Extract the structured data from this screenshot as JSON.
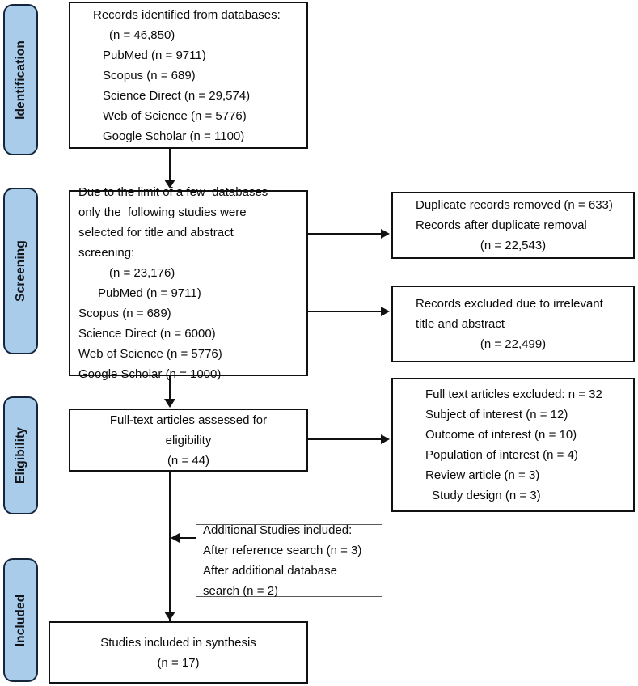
{
  "diagram": {
    "title": "PRISMA flow diagram",
    "accent_blue": "#a9cceb",
    "border_color": "#111111"
  },
  "stages": [
    {
      "id": "identification",
      "label": "Identification"
    },
    {
      "id": "screening",
      "label": "Screening"
    },
    {
      "id": "eligibility",
      "label": "Eligibility"
    },
    {
      "id": "included",
      "label": "Included"
    }
  ],
  "boxes": {
    "identified": {
      "lines": [
        "Records identified from databases:",
        "(n = 46,850)",
        "PubMed (n = 9711)",
        "Scopus (n = 689)",
        "Science Direct (n = 29,574)",
        "Web of Science (n = 5776)",
        "Google Scholar (n = 1100)"
      ]
    },
    "screened": {
      "lines": [
        "Due to the limit of a few  databases",
        "only the  following studies were",
        "selected for title and abstract",
        "screening:",
        "(n = 23,176)",
        "PubMed (n = 9711)",
        "Scopus (n = 689)",
        "Science Direct (n = 6000)",
        "Web of Science (n = 5776)",
        "Google Scholar (n = 1000)"
      ]
    },
    "duplicates_removed": {
      "lines": [
        "Duplicate records removed (n = 633)",
        "Records after duplicate removal",
        "(n = 22,543)"
      ]
    },
    "records_excluded": {
      "lines": [
        "Records excluded due to irrelevant",
        "title and abstract",
        "(n = 22,499)"
      ]
    },
    "fulltext_assessed": {
      "lines": [
        "Full-text articles assessed for",
        "eligibility",
        "(n = 44)"
      ]
    },
    "fulltext_excluded": {
      "lines": [
        "Full text articles excluded: n = 32",
        "Subject of interest (n = 12)",
        "Outcome of interest (n = 10)",
        "Population of interest (n = 4)",
        "Review article (n = 3)",
        "Study design (n = 3)"
      ]
    },
    "additional_studies": {
      "lines": [
        "Additional Studies included:",
        "After reference search (n = 3)",
        "After additional database search (n = 2)"
      ]
    },
    "included_synthesis": {
      "lines": [
        "Studies included in synthesis",
        "(n = 17)"
      ]
    }
  },
  "connectors": [
    {
      "id": "identified-to-screened",
      "type": "arrow-down"
    },
    {
      "id": "screened-to-duplicates",
      "type": "arrow-right"
    },
    {
      "id": "screened-to-records-excluded",
      "type": "arrow-right"
    },
    {
      "id": "screened-to-fulltext",
      "type": "arrow-down"
    },
    {
      "id": "fulltext-to-excluded",
      "type": "arrow-right"
    },
    {
      "id": "additional-to-spine",
      "type": "arrow-left"
    },
    {
      "id": "fulltext-to-included",
      "type": "arrow-down"
    }
  ]
}
